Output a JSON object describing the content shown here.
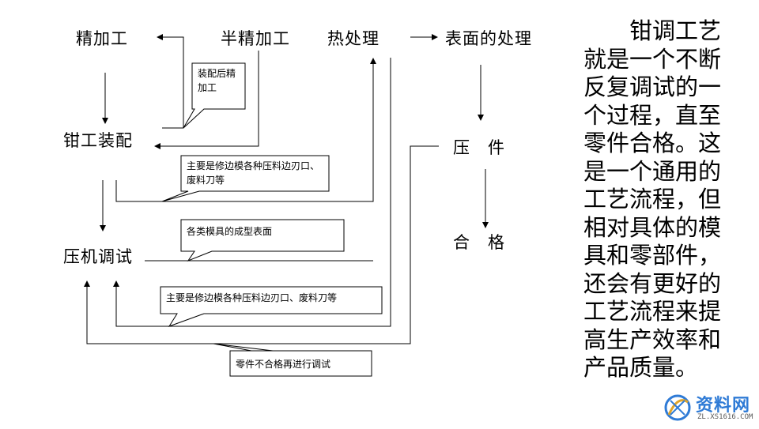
{
  "nodes": {
    "finishing": "精加工",
    "semi_finishing": "半精加工",
    "heat_treatment": "热处理",
    "surface_treatment": "表面的处理",
    "fitter_assembly": "钳工装配",
    "press_debugging": "压机调试",
    "press_part": "压　件",
    "qualified": "合　格"
  },
  "callouts": {
    "post_assembly_finishing": "装配后精加工",
    "trim_edges_1": "主要是修边模各种压料边刃口、废料刀等",
    "mold_surfaces": "各类模具的成型表面",
    "trim_edges_2": "主要是修边模各种压料边刃口、废料刀等",
    "retest": "零件不合格再进行调试"
  },
  "side_text": "钳调工艺就是一个不断反复调试的一个过程，直至零件合格。这是一个通用的工艺流程，但相对具体的模具和零部件，还会有更好的工艺流程来提高生产效率和产品质量。",
  "watermark": {
    "logo_text": "资料网",
    "sub_text": "ZL.XS1616.COM",
    "color": "#2f7bd6"
  },
  "colors": {
    "line": "#000000",
    "background": "#ffffff"
  }
}
